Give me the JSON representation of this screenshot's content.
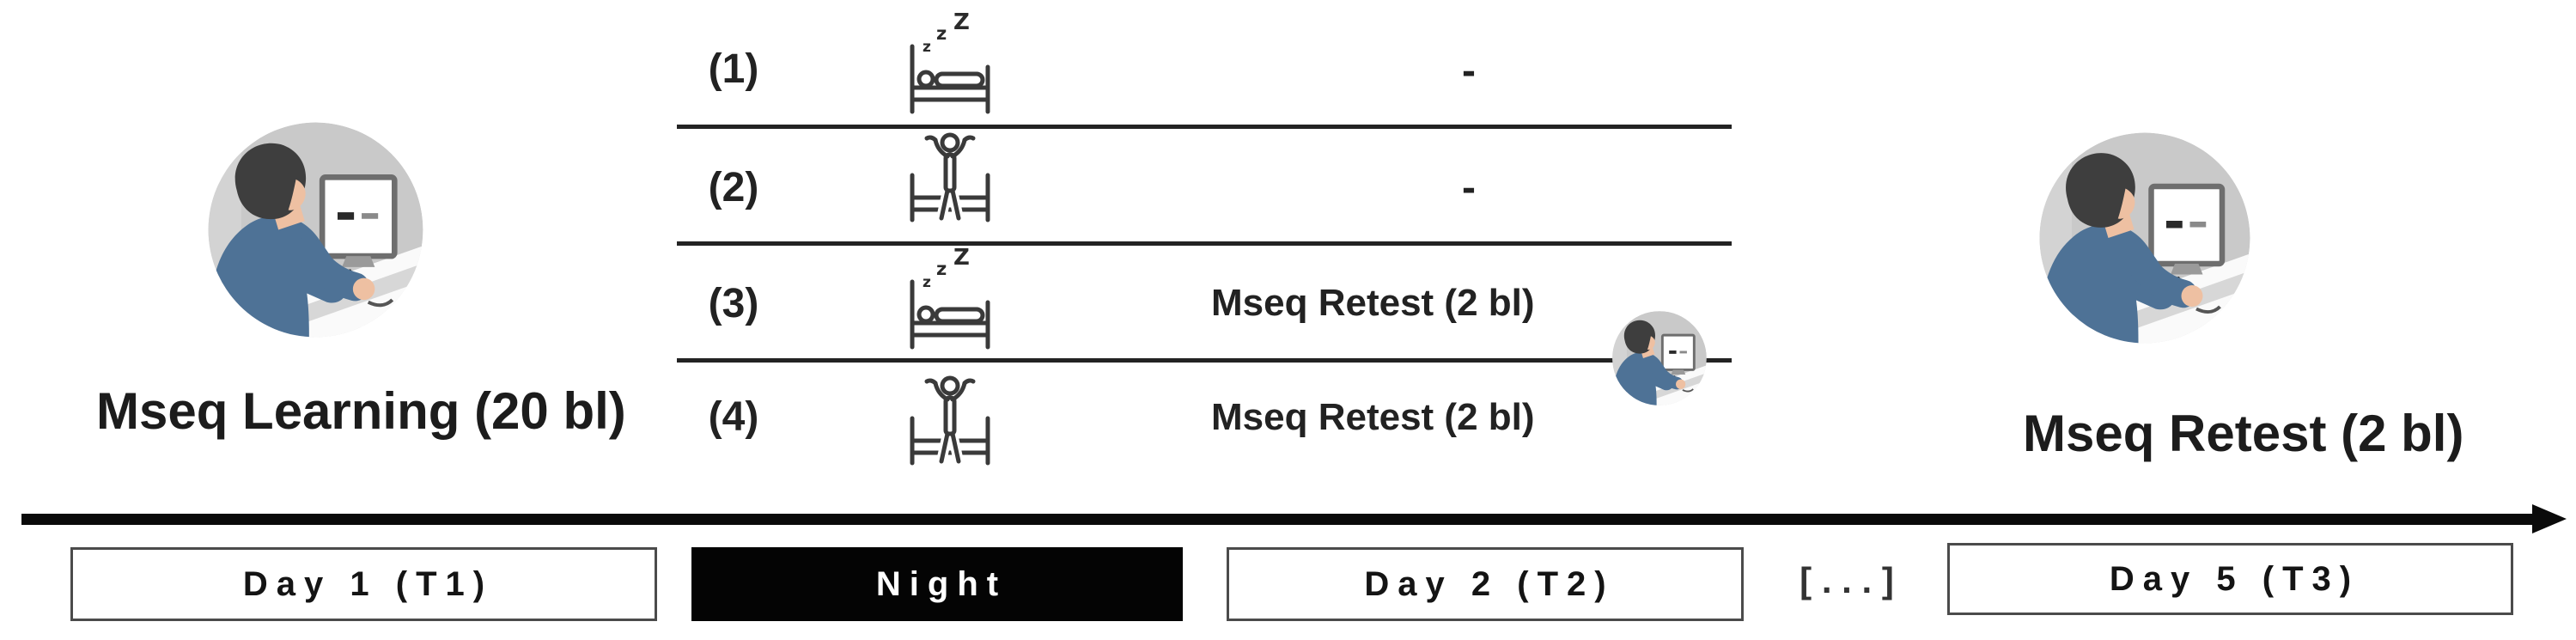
{
  "phase_left": {
    "label": "Mseq Learning (20 bl)"
  },
  "phase_right": {
    "label": "Mseq Retest (2 bl)"
  },
  "conditions_table": {
    "zzz": {
      "z1": "z",
      "z2": "z",
      "z3": "Z"
    },
    "rows": [
      {
        "number": "(1)",
        "icon": "bed-sleep-icon",
        "value": "-"
      },
      {
        "number": "(2)",
        "icon": "bed-awake-icon",
        "value": "-"
      },
      {
        "number": "(3)",
        "icon": "bed-sleep-icon",
        "value": "Mseq Retest (2 bl)"
      },
      {
        "number": "(4)",
        "icon": "bed-awake-icon",
        "value": "Mseq Retest (2 bl)"
      }
    ]
  },
  "timeline": {
    "day1": "Day 1 (T1)",
    "night": "Night",
    "day2": "Day 2 (T2)",
    "ellipsis": "[ . . . ]",
    "day5": "Day 5 (T3)"
  },
  "colors": {
    "shirt_blue": "#4e7296",
    "skin": "#eec0a2",
    "hair": "#3e3e3e",
    "avatar_bg": "#c9c9c9",
    "night_box_bg": "#040404",
    "separator_line": "#232323"
  }
}
